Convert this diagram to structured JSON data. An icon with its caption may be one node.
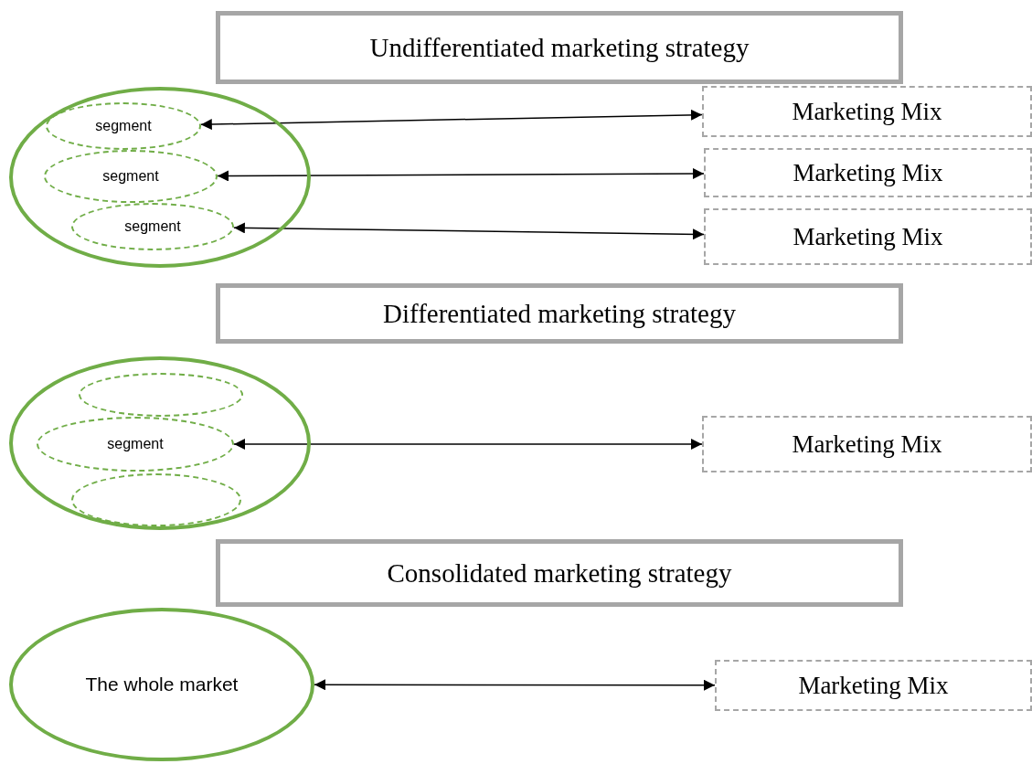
{
  "diagram": {
    "nodes": [
      {
        "text": [
          "Undifferentiated marketing strategy"
        ]
      },
      {
        "text": [],
        "shape": "oval"
      },
      {
        "text": [
          "segment"
        ],
        "in": 1
      },
      {
        "text": [
          "segment"
        ],
        "in": 1
      },
      {
        "text": [
          "segment"
        ],
        "in": 1
      },
      {
        "text": [
          "Marketing Mix"
        ]
      },
      {
        "text": [
          "Marketing Mix"
        ]
      },
      {
        "text": [
          "Marketing Mix"
        ]
      },
      {
        "text": [
          "Differentiated marketing strategy"
        ]
      },
      {
        "text": [],
        "shape": "oval"
      },
      {
        "text": [],
        "shape": "oval",
        "in": 9
      },
      {
        "text": [
          "segment"
        ],
        "in": 9
      },
      {
        "text": [],
        "shape": "oval",
        "in": 9
      },
      {
        "text": [
          "Marketing Mix"
        ]
      },
      {
        "text": [
          "Consolidated marketing strategy"
        ]
      },
      {
        "text": [
          "The whole market"
        ]
      },
      {
        "text": [
          "Marketing Mix"
        ]
      }
    ],
    "edges": [
      {
        "from": 2,
        "to": 5,
        "arrow": "both"
      },
      {
        "from": 3,
        "to": 6,
        "arrow": "both"
      },
      {
        "from": 4,
        "to": 7,
        "arrow": "both"
      },
      {
        "from": 11,
        "to": 13,
        "arrow": "both"
      },
      {
        "from": 15,
        "to": 16,
        "arrow": "both"
      }
    ]
  }
}
